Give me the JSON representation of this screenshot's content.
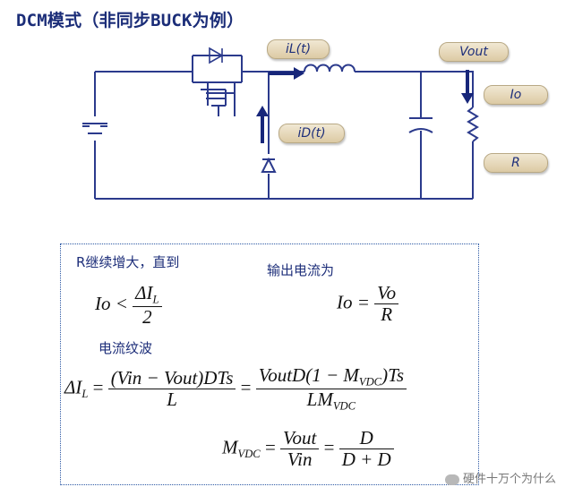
{
  "title": "DCM模式（非同步BUCK为例）",
  "labels": {
    "iL": "iL(t)",
    "iD": "iD(t)",
    "vout": "Vout",
    "io": "Io",
    "r": "R"
  },
  "notes": {
    "condition": "R继续增大，直到",
    "output_current": "输出电流为",
    "ripple": "电流纹波"
  },
  "equations": {
    "eq1_lhs": "Io <",
    "eq1_num": "ΔI",
    "eq1_num_sub": "L",
    "eq1_den": "2",
    "eq2_lhs": "Io =",
    "eq2_num": "Vo",
    "eq2_den": "R",
    "eq3_lhs": "ΔI",
    "eq3_lhs_sub": "L",
    "eq3_f1_num": "(Vin − Vout)DTs",
    "eq3_f1_den": "L",
    "eq3_f2_num_a": "VoutD(1 − M",
    "eq3_f2_num_sub": "VDC",
    "eq3_f2_num_b": ")Ts",
    "eq3_f2_den_a": "LM",
    "eq3_f2_den_sub": "VDC",
    "eq4_lhs": "M",
    "eq4_lhs_sub": "VDC",
    "eq4_f1_num": "Vout",
    "eq4_f1_den": "Vin",
    "eq4_f2_num": "D",
    "eq4_f2_den": "D + D"
  },
  "watermark": "硬件十万个为什么",
  "colors": {
    "title": "#1b2d78",
    "wire": "#2b3a8c",
    "arrow": "#17267a",
    "pill": "#e6d8b6"
  }
}
